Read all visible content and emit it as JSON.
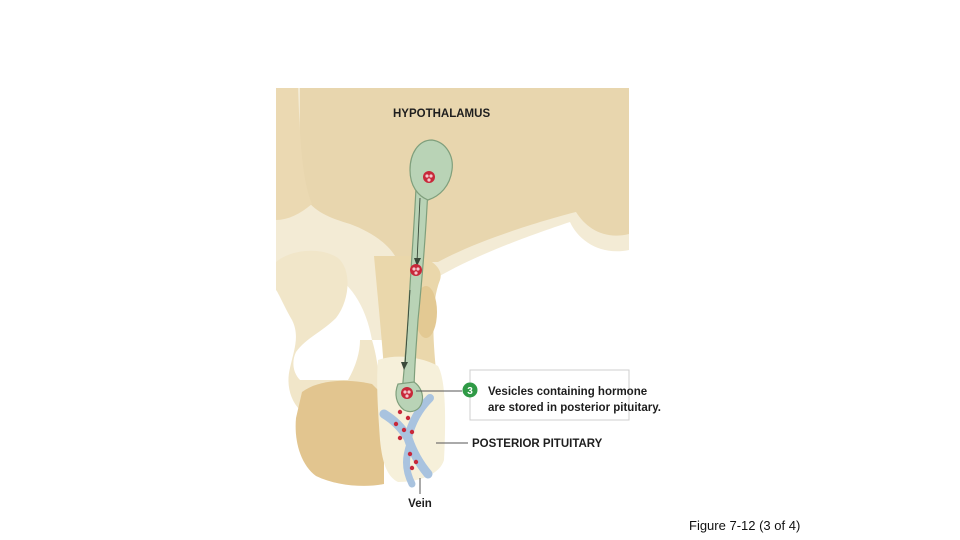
{
  "labels": {
    "hypothalamus": "HYPOTHALAMUS",
    "step_number": "3",
    "step_line1": "Vesicles containing hormone",
    "step_line2": "are stored in posterior pituitary.",
    "posterior_pituitary": "POSTERIOR PITUITARY",
    "vein": "Vein"
  },
  "caption": "Figure 7-12 (3 of 4)",
  "colors": {
    "tissue_light": "#f2ead2",
    "tissue_mid": "#ecdcb4",
    "tissue_dark": "#e2c896",
    "neuron": "#b9d3b6",
    "neuron_edge": "#7f9f7c",
    "vesicle": "#c8283a",
    "vein": "#a9c3df",
    "step_badge": "#2f9a46"
  }
}
